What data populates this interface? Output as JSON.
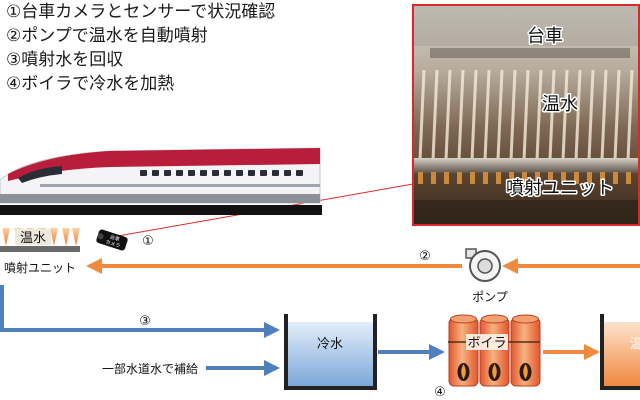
{
  "steps": [
    "①台車カメラとセンサーで状況確認",
    "②ポンプで温水を自動噴射",
    "③噴射水を回収",
    "④ボイラで冷水を加熱"
  ],
  "photo": {
    "bogie": "台車",
    "hot_water": "温水",
    "spray_unit": "噴射ユニット"
  },
  "spray_unit": {
    "hot_water": "温水",
    "label": "噴射ユニット"
  },
  "camera": {
    "line1": "台車",
    "line2": "カメラ"
  },
  "markers": {
    "one": "①",
    "two": "②",
    "three": "③",
    "four": "④"
  },
  "pump": {
    "label": "ポンプ"
  },
  "supply": {
    "label": "一部水道水で補給"
  },
  "cold_tank": {
    "label": "冷水"
  },
  "boiler": {
    "label": "ボイラ"
  },
  "hot_tank": {
    "label": "温"
  },
  "colors": {
    "hot_flow": "#f0883e",
    "cold_flow": "#4f7fbd",
    "photo_border": "#d62b2b"
  }
}
